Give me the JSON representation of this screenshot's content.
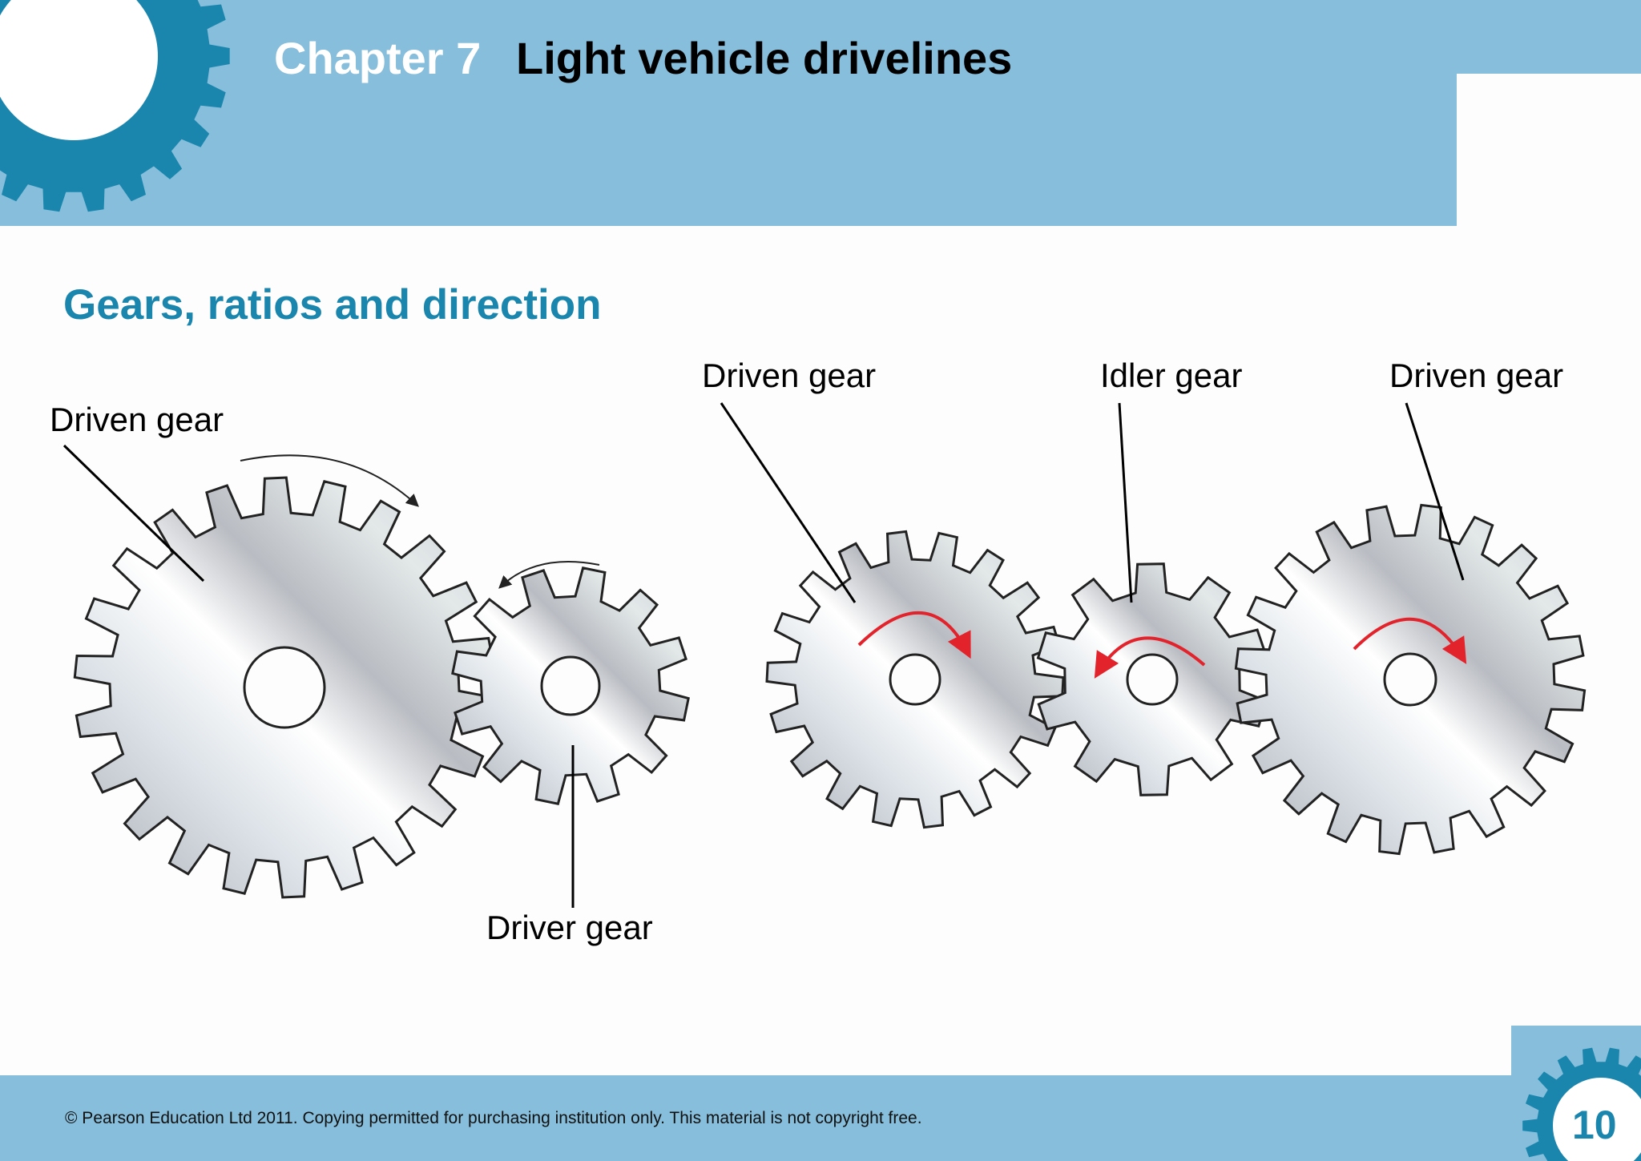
{
  "header": {
    "chapter": "Chapter 7",
    "title": "Light vehicle drivelines"
  },
  "section_title": "Gears, ratios and direction",
  "labels": {
    "left_driven": "Driven gear",
    "left_driver": "Driver gear",
    "right_driven_1": "Driven gear",
    "right_idler": "Idler gear",
    "right_driven_2": "Driven gear"
  },
  "footer": {
    "copyright": "© Pearson Education Ltd 2011. Copying permitted for purchasing institution only. This material is not copyright free.",
    "page_number": "10"
  },
  "colors": {
    "band": "#87bedb",
    "accent": "#1a86ad",
    "arrow_red": "#e3232c"
  }
}
